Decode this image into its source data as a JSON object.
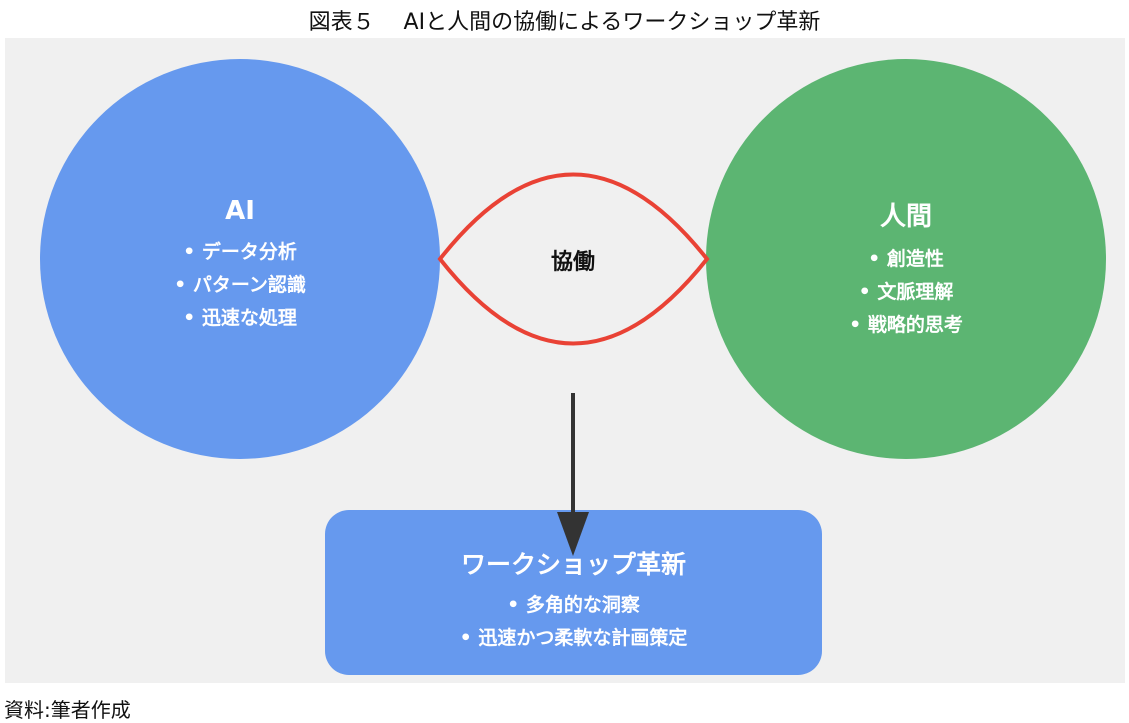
{
  "title": "図表５　 AIと人間の協働によるワークショップ革新",
  "colors": {
    "ai": "#6699ee",
    "human": "#5cb572",
    "lens": "#e94235",
    "result": "#6699ee"
  },
  "ai": {
    "title": "AI",
    "items": [
      "• データ分析",
      "• パターン認識",
      "• 迅速な処理"
    ]
  },
  "human": {
    "title": "人間",
    "items": [
      "• 創造性",
      "• 文脈理解",
      "• 戦略的思考"
    ]
  },
  "center": {
    "label": "協働"
  },
  "result": {
    "title": "ワークショップ革新",
    "items": [
      "• 多角的な洞察",
      "• 迅速かつ柔軟な計画策定"
    ]
  },
  "footer": "資料:筆者作成"
}
